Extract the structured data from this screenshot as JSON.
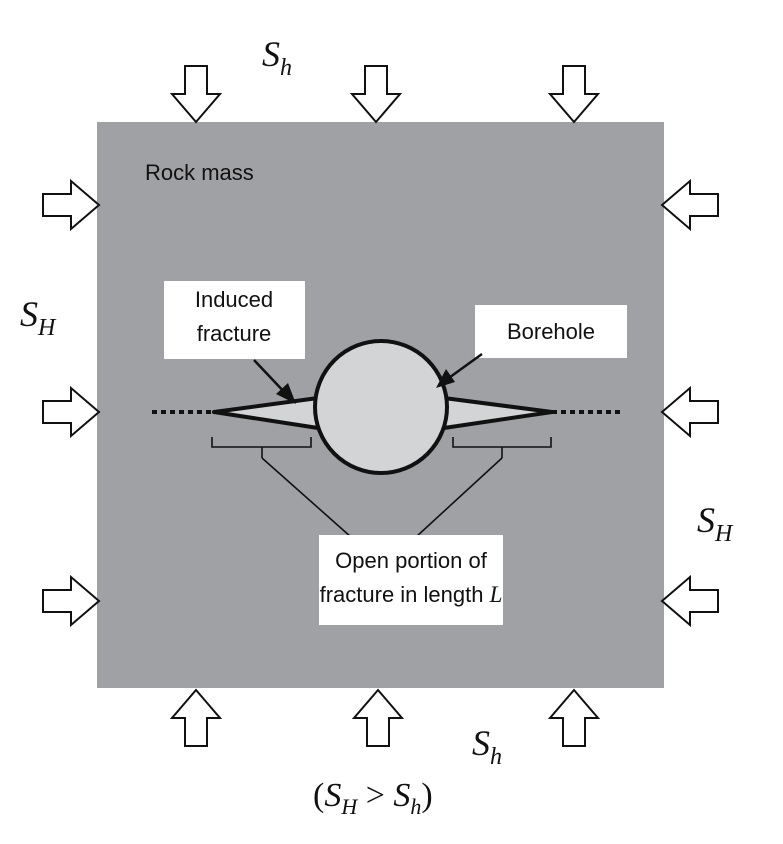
{
  "colors": {
    "rock": "#a0a1a5",
    "borehole": "#d3d4d6",
    "line": "#111111",
    "arrow_fill": "#ffffff"
  },
  "labels": {
    "rock_mass": "Rock mass",
    "induced_fracture_line1": "Induced",
    "induced_fracture_line2": "fracture",
    "borehole": "Borehole",
    "open_portion_line1": "Open portion of",
    "open_portion_line2": "fracture in length",
    "open_portion_var": "L"
  },
  "stress": {
    "S": "S",
    "sub_h": "h",
    "sub_H": "H",
    "condition_open": "(",
    "condition_gt": " > ",
    "condition_close": ")"
  },
  "icons": {
    "arrow": "hollow-block-arrow-icon"
  }
}
